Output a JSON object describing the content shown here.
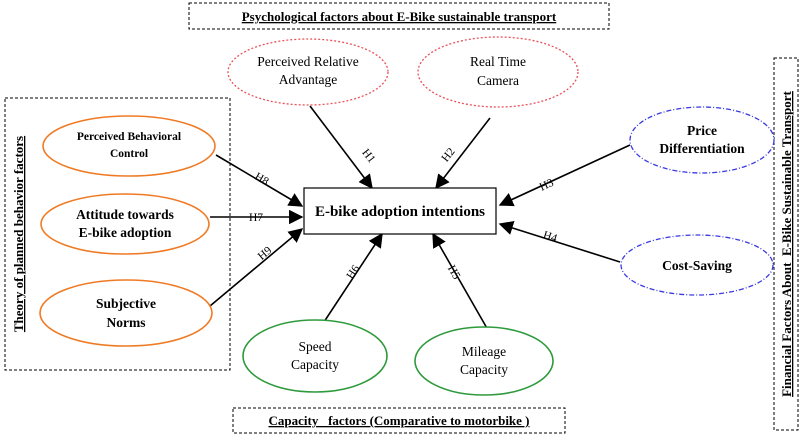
{
  "headers": {
    "psychological": "Psychological factors about E-Bike sustainable transport",
    "capacity": "Capacity   factors (Comparative to motorbike )",
    "theory": "Theory of planned behavior factors",
    "financial": "Financial Factors About  E-Bike Sustainable Transport"
  },
  "center": {
    "label": "E-bike adoption intentions"
  },
  "nodes": {
    "perceived_relative_advantage": {
      "line1": "Perceived Relative",
      "line2": "Advantage"
    },
    "real_time_camera": {
      "line1": "Real Time",
      "line2": "Camera"
    },
    "price_differentiation": {
      "line1": "Price",
      "line2": "Differentiation"
    },
    "cost_saving": {
      "line1": "Cost-Saving"
    },
    "perceived_behavioral_control": {
      "line1": "Perceived Behavioral",
      "line2": "Control"
    },
    "attitude": {
      "line1": "Attitude towards",
      "line2": "E-bike adoption"
    },
    "subjective_norms": {
      "line1": "Subjective",
      "line2": "Norms"
    },
    "speed_capacity": {
      "line1": "Speed",
      "line2": "Capacity"
    },
    "mileage_capacity": {
      "line1": "Mileage",
      "line2": "Capacity"
    }
  },
  "hypotheses": {
    "h1": "H1",
    "h2": "H2",
    "h3": "H3",
    "h4": "H4",
    "h5": "H5",
    "h6": "H6",
    "h7": "H7",
    "h8": "H8",
    "h9": "H9"
  },
  "colors": {
    "psychological": "#e8535b",
    "financial": "#3a3ae0",
    "theory": "#ef7a24",
    "capacity": "#2e9a3c"
  }
}
